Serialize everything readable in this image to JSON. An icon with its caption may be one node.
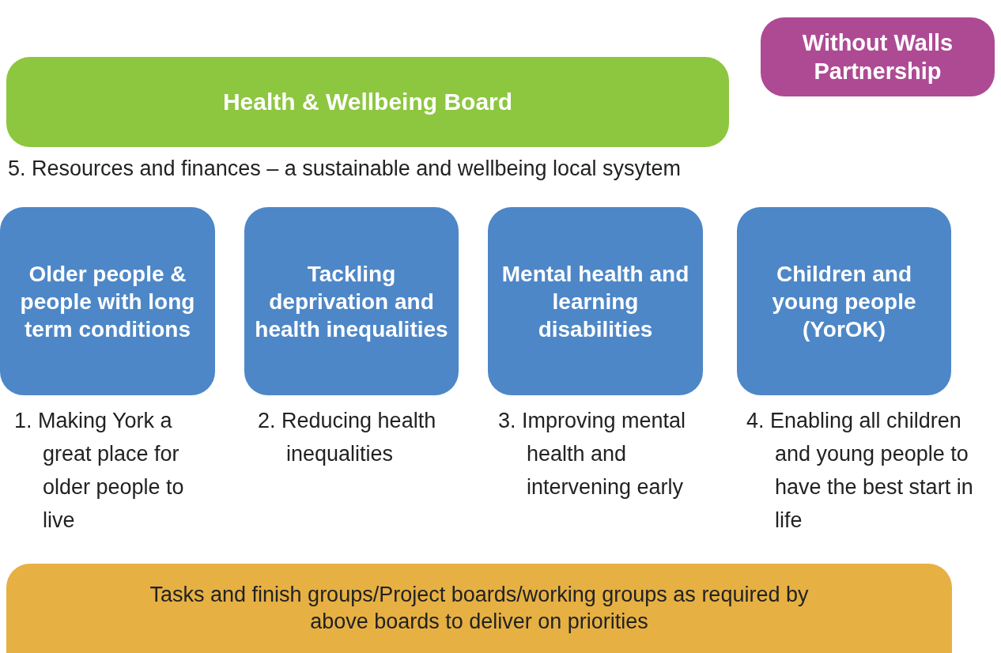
{
  "diagram": {
    "nodes": [
      {
        "text": [
          "Without Walls Partnership"
        ]
      },
      {
        "text": [
          "Health & Wellbeing Board"
        ]
      },
      {
        "text": [
          "Older people & people with long term conditions"
        ],
        "beside": [
          "1. Making York a great place for older people to live"
        ]
      },
      {
        "text": [
          "Tackling deprivation and health inequalities"
        ],
        "beside": [
          "2. Reducing health inequalities"
        ]
      },
      {
        "text": [
          "Mental health and learning disabilities"
        ],
        "beside": [
          "3. Improving mental health and intervening early"
        ]
      },
      {
        "text": [
          "Children and young people (YorOK)"
        ],
        "beside": [
          "4. Enabling all children and young people to have the best start in life"
        ]
      },
      {
        "text": [
          "Tasks and finish groups/Project boards/working groups as required by above boards to deliver on priorities"
        ]
      }
    ],
    "edges": [],
    "labels": [
      "5. Resources and finances – a sustainable and wellbeing local sysytem"
    ]
  }
}
